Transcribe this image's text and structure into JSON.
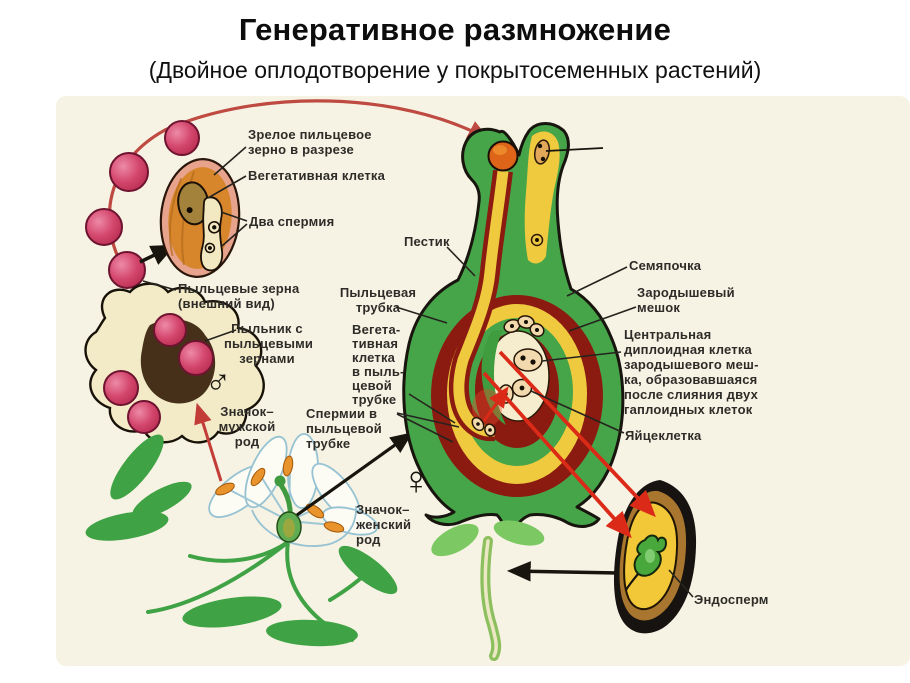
{
  "title": "Генеративное размножение",
  "subtitle": "(Двойное оплодотворение у покрытосеменных растений)",
  "labels": {
    "mature_pollen": "Зрелое пильцевое\nзерно в разрезе",
    "vegetative_cell": "Вегетативная клетка",
    "two_sperm": "Два спермия",
    "pollen_grains_ext": "Пыльцевые зерна\n(внешний вид)",
    "anther": "Пыльник с\nпыльцевыми\nзернами",
    "male_sign": "Значок–\nмужской\nрод",
    "pistil": "Пестик",
    "pollen_tube": "Пыльцевая\nтрубка",
    "veg_cell_in_tube": "Вегета-\nтивная\nклетка\nв пыль-\nцевой\nтрубке",
    "sperm_in_tube": "Спермии в\nпыльцевой\nтрубке",
    "female_sign": "Значок–\nженский\nрод",
    "ovule": "Семяпочка",
    "embryo_sac": "Зародышевый\nмешок",
    "central_cell": "Центральная\nдиплоидная клетка\nзародышевого меш-\nка, образовавшаяся\nпосле слияния двух\nгаплоидных клеток",
    "egg_cell": "Яйцеклетка",
    "endosperm": "Эндосперм"
  },
  "symbols": {
    "male": "♂",
    "female": "♀"
  },
  "colors": {
    "background": "#F7F3E4",
    "diagram_green": "#3FA244",
    "dark_red": "#8B1A10",
    "yellow": "#EFCA3E",
    "pollen_crimson": "#CE3A62",
    "orange": "#DE7A22",
    "cream": "#F4ECC6",
    "arrow_red": "#DC2A18",
    "text": "#2E2C28"
  }
}
